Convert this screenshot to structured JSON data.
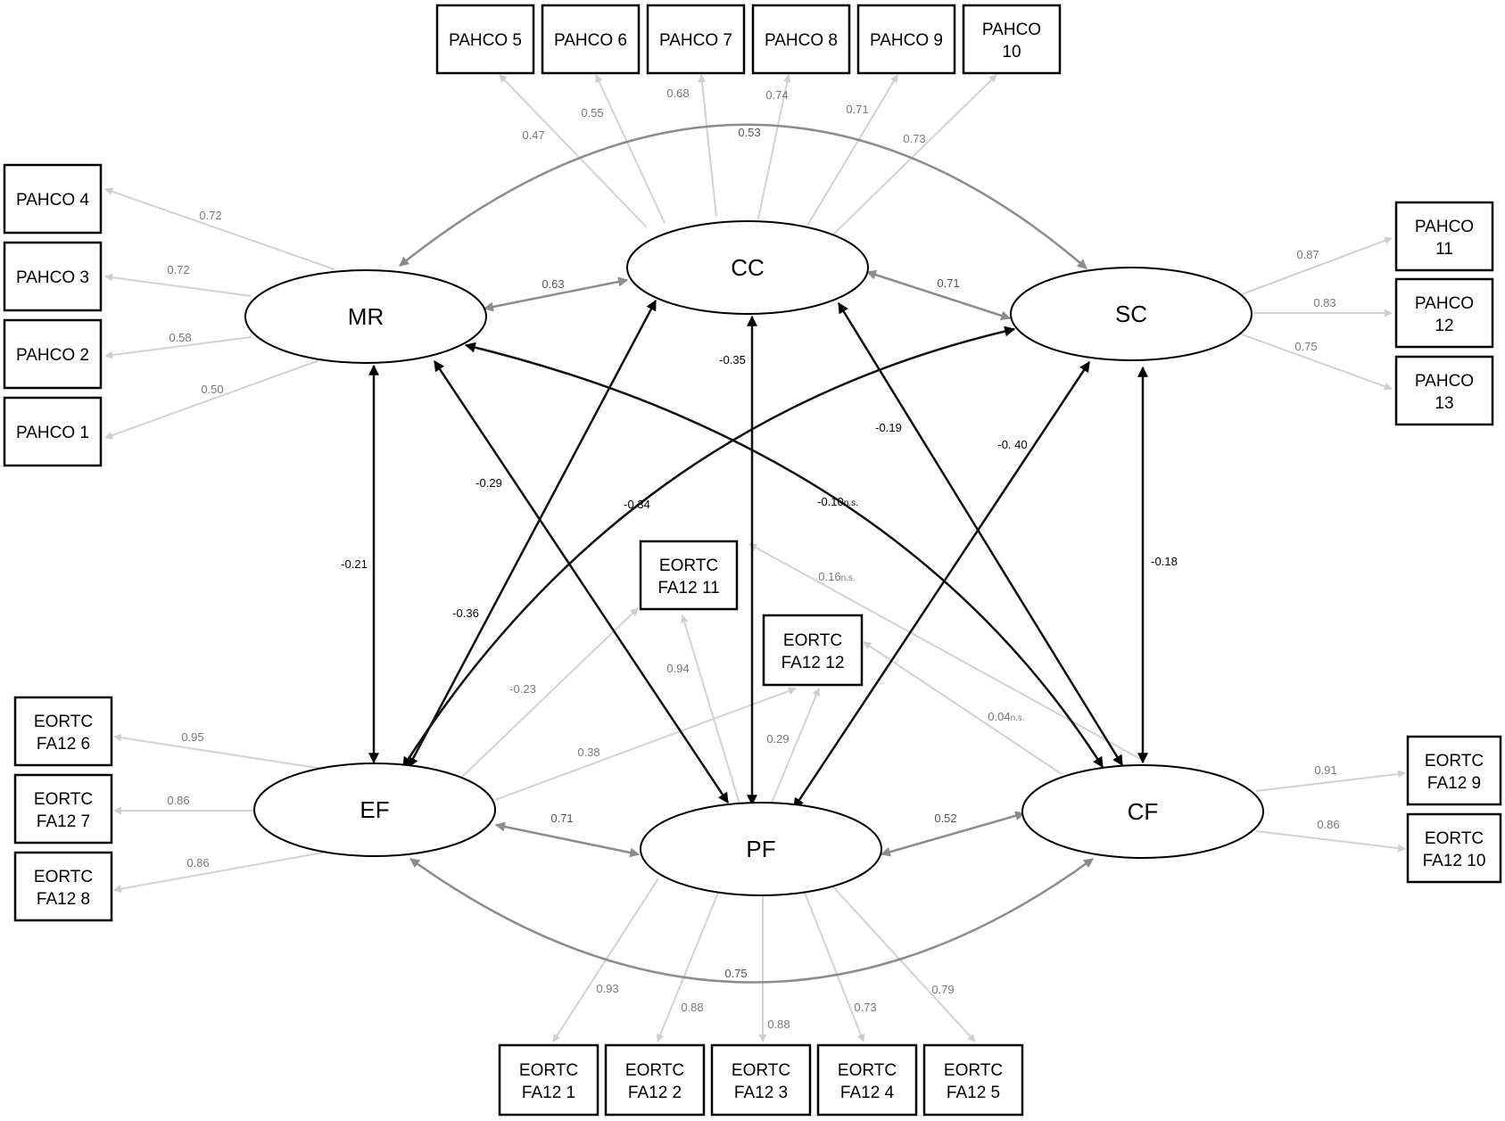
{
  "latents": [
    {
      "id": "MR",
      "label": "MR"
    },
    {
      "id": "CC",
      "label": "CC"
    },
    {
      "id": "SC",
      "label": "SC"
    },
    {
      "id": "EF",
      "label": "EF"
    },
    {
      "id": "PF",
      "label": "PF"
    },
    {
      "id": "CF",
      "label": "CF"
    }
  ],
  "indicators": [
    {
      "id": "PAHCO5",
      "lines": [
        "PAHCO 5"
      ]
    },
    {
      "id": "PAHCO6",
      "lines": [
        "PAHCO 6"
      ]
    },
    {
      "id": "PAHCO7",
      "lines": [
        "PAHCO 7"
      ]
    },
    {
      "id": "PAHCO8",
      "lines": [
        "PAHCO 8"
      ]
    },
    {
      "id": "PAHCO9",
      "lines": [
        "PAHCO 9"
      ]
    },
    {
      "id": "PAHCO10",
      "lines": [
        "PAHCO",
        "10"
      ]
    },
    {
      "id": "PAHCO4",
      "lines": [
        "PAHCO 4"
      ]
    },
    {
      "id": "PAHCO3",
      "lines": [
        "PAHCO 3"
      ]
    },
    {
      "id": "PAHCO2",
      "lines": [
        "PAHCO 2"
      ]
    },
    {
      "id": "PAHCO1",
      "lines": [
        "PAHCO 1"
      ]
    },
    {
      "id": "PAHCO11",
      "lines": [
        "PAHCO",
        "11"
      ]
    },
    {
      "id": "PAHCO12",
      "lines": [
        "PAHCO",
        "12"
      ]
    },
    {
      "id": "PAHCO13",
      "lines": [
        "PAHCO",
        "13"
      ]
    },
    {
      "id": "EORTC6",
      "lines": [
        "EORTC",
        "FA12 6"
      ]
    },
    {
      "id": "EORTC7",
      "lines": [
        "EORTC",
        "FA12 7"
      ]
    },
    {
      "id": "EORTC8",
      "lines": [
        "EORTC",
        "FA12 8"
      ]
    },
    {
      "id": "EORTC9",
      "lines": [
        "EORTC",
        "FA12 9"
      ]
    },
    {
      "id": "EORTC10",
      "lines": [
        "EORTC",
        "FA12 10"
      ]
    },
    {
      "id": "EORTC11",
      "lines": [
        "EORTC",
        "FA12 11"
      ]
    },
    {
      "id": "EORTC12",
      "lines": [
        "EORTC",
        "FA12 12"
      ]
    },
    {
      "id": "EORTC1",
      "lines": [
        "EORTC",
        "FA12 1"
      ]
    },
    {
      "id": "EORTC2",
      "lines": [
        "EORTC",
        "FA12 2"
      ]
    },
    {
      "id": "EORTC3",
      "lines": [
        "EORTC",
        "FA12 3"
      ]
    },
    {
      "id": "EORTC4",
      "lines": [
        "EORTC",
        "FA12 4"
      ]
    },
    {
      "id": "EORTC5",
      "lines": [
        "EORTC",
        "FA12 5"
      ]
    }
  ],
  "loadings": [
    {
      "from": "CC",
      "to": "PAHCO5",
      "value": "0.47"
    },
    {
      "from": "CC",
      "to": "PAHCO6",
      "value": "0.55"
    },
    {
      "from": "CC",
      "to": "PAHCO7",
      "value": "0.68"
    },
    {
      "from": "CC",
      "to": "PAHCO8",
      "value": "0.74"
    },
    {
      "from": "CC",
      "to": "PAHCO9",
      "value": "0.71"
    },
    {
      "from": "CC",
      "to": "PAHCO10",
      "value": "0.73"
    },
    {
      "from": "MR",
      "to": "PAHCO4",
      "value": "0.72"
    },
    {
      "from": "MR",
      "to": "PAHCO3",
      "value": "0.72"
    },
    {
      "from": "MR",
      "to": "PAHCO2",
      "value": "0.58"
    },
    {
      "from": "MR",
      "to": "PAHCO1",
      "value": "0.50"
    },
    {
      "from": "SC",
      "to": "PAHCO11",
      "value": "0.87"
    },
    {
      "from": "SC",
      "to": "PAHCO12",
      "value": "0.83"
    },
    {
      "from": "SC",
      "to": "PAHCO13",
      "value": "0.75"
    },
    {
      "from": "EF",
      "to": "EORTC6",
      "value": "0.95"
    },
    {
      "from": "EF",
      "to": "EORTC7",
      "value": "0.86"
    },
    {
      "from": "EF",
      "to": "EORTC8",
      "value": "0.86"
    },
    {
      "from": "CF",
      "to": "EORTC9",
      "value": "0.91"
    },
    {
      "from": "CF",
      "to": "EORTC10",
      "value": "0.86"
    },
    {
      "from": "PF",
      "to": "EORTC1",
      "value": "0.93"
    },
    {
      "from": "PF",
      "to": "EORTC2",
      "value": "0.88"
    },
    {
      "from": "PF",
      "to": "EORTC3",
      "value": "0.88"
    },
    {
      "from": "PF",
      "to": "EORTC4",
      "value": "0.73"
    },
    {
      "from": "PF",
      "to": "EORTC5",
      "value": "0.79"
    },
    {
      "from": "PF",
      "to": "EORTC11",
      "value": "0.94"
    },
    {
      "from": "PF",
      "to": "EORTC12",
      "value": "0.29"
    },
    {
      "from": "EF",
      "to": "EORTC11",
      "value": "-0.23"
    },
    {
      "from": "EF",
      "to": "EORTC12",
      "value": "0.38"
    },
    {
      "from": "CF",
      "to": "EORTC11",
      "value": "0.16",
      "suffix": "n.s."
    },
    {
      "from": "CF",
      "to": "EORTC12",
      "value": "0.04",
      "suffix": "n.s."
    }
  ],
  "correlations": [
    {
      "a": "MR",
      "b": "SC",
      "value": "0.53",
      "kind": "within"
    },
    {
      "a": "MR",
      "b": "CC",
      "value": "0.63",
      "kind": "within"
    },
    {
      "a": "CC",
      "b": "SC",
      "value": "0.71",
      "kind": "within"
    },
    {
      "a": "EF",
      "b": "PF",
      "value": "0.71",
      "kind": "within"
    },
    {
      "a": "PF",
      "b": "CF",
      "value": "0.52",
      "kind": "within"
    },
    {
      "a": "EF",
      "b": "CF",
      "value": "0.75",
      "kind": "within"
    },
    {
      "a": "MR",
      "b": "EF",
      "value": "-0.21",
      "kind": "cross"
    },
    {
      "a": "CC",
      "b": "PF",
      "value": "-0.35",
      "kind": "cross"
    },
    {
      "a": "SC",
      "b": "CF",
      "value": "-0.18",
      "kind": "cross"
    },
    {
      "a": "MR",
      "b": "PF",
      "value": "-0.29",
      "kind": "cross"
    },
    {
      "a": "MR",
      "b": "CF",
      "value": "-0.10",
      "suffix": "n.s.",
      "kind": "cross"
    },
    {
      "a": "CC",
      "b": "EF",
      "value": "-0.36",
      "kind": "cross"
    },
    {
      "a": "CC",
      "b": "CF",
      "value": "-0.19",
      "kind": "cross"
    },
    {
      "a": "SC",
      "b": "EF",
      "value": "-0.34",
      "kind": "cross"
    },
    {
      "a": "SC",
      "b": "PF",
      "value": "-0. 40",
      "kind": "cross"
    }
  ]
}
